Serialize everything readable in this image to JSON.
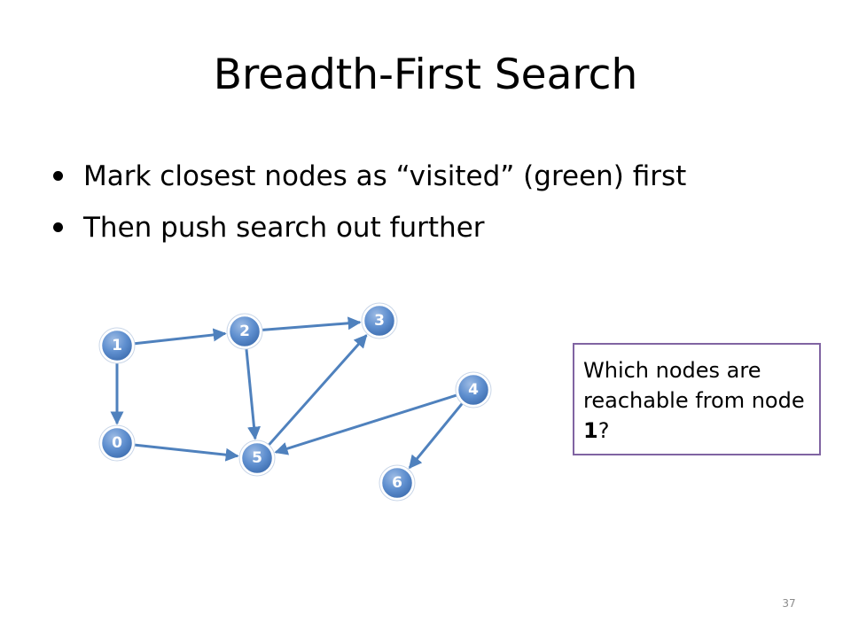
{
  "title": "Breadth-First Search",
  "bullets": [
    "Mark closest nodes as “visited” (green) first",
    "Then push search out further"
  ],
  "graph": {
    "nodes": [
      {
        "id": "1",
        "label": "1"
      },
      {
        "id": "2",
        "label": "2"
      },
      {
        "id": "3",
        "label": "3"
      },
      {
        "id": "4",
        "label": "4"
      },
      {
        "id": "0",
        "label": "0"
      },
      {
        "id": "5",
        "label": "5"
      },
      {
        "id": "6",
        "label": "6"
      }
    ],
    "edges": [
      {
        "from": "1",
        "to": "2"
      },
      {
        "from": "2",
        "to": "3"
      },
      {
        "from": "1",
        "to": "0"
      },
      {
        "from": "2",
        "to": "5"
      },
      {
        "from": "0",
        "to": "5"
      },
      {
        "from": "5",
        "to": "3"
      },
      {
        "from": "4",
        "to": "5"
      },
      {
        "from": "4",
        "to": "6"
      }
    ],
    "node_color": "#4f81bd",
    "edge_color": "#4f81bd"
  },
  "callout": {
    "text_before": "Which nodes are reachable from node ",
    "highlight": "1",
    "text_after": "?",
    "border_color": "#8064a2"
  },
  "page_number": "37"
}
